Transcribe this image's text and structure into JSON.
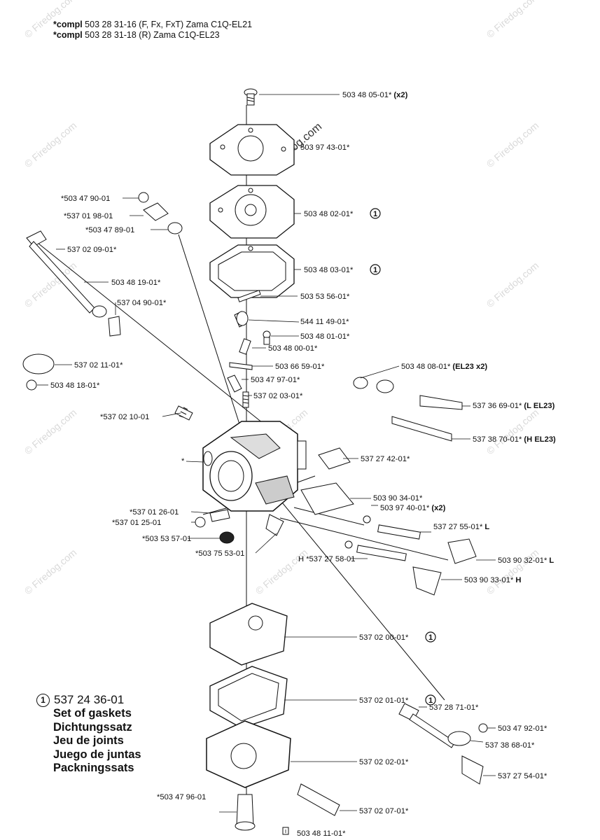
{
  "header": {
    "line1_prefix": "*compl",
    "line1_rest": " 503 28 31-16 (F, Fx, FxT) Zama C1Q-EL21",
    "line2_prefix": "*compl",
    "line2_rest": " 503 28 31-18 (R) Zama C1Q-EL23"
  },
  "watermark": {
    "text": "© Firedog.com",
    "center_text": "© Firedog.com"
  },
  "parts": [
    {
      "text": "503 48 05-01*",
      "suffix": " (x2)"
    },
    {
      "text": "503 97 43-01*",
      "suffix": ""
    },
    {
      "text": "503 48 02-01*",
      "suffix": "",
      "ref": "1"
    },
    {
      "text": "503 48 03-01*",
      "suffix": "",
      "ref": "1"
    },
    {
      "text": "503 53 56-01*",
      "suffix": ""
    },
    {
      "text": "544 11 49-01*",
      "suffix": ""
    },
    {
      "text": "503 48 01-01*",
      "suffix": ""
    },
    {
      "text": "503 48 00-01*",
      "suffix": ""
    },
    {
      "text": "503 66 59-01*",
      "suffix": ""
    },
    {
      "text": "503 47 97-01*",
      "suffix": ""
    },
    {
      "text": "537 02 03-01*",
      "suffix": ""
    },
    {
      "text": "503 48 08-01*",
      "suffix": " (EL23 x2)"
    },
    {
      "text": "537 36 69-01*",
      "suffix": " (L EL23)"
    },
    {
      "text": "537 38 70-01*",
      "suffix": " (H EL23)"
    },
    {
      "text": "537 27 42-01*",
      "suffix": ""
    },
    {
      "text": "503 90 34-01*",
      "suffix": ""
    },
    {
      "text": "503 97 40-01*",
      "suffix": " (x2)"
    },
    {
      "text": "537 27 55-01*",
      "suffix": " L"
    },
    {
      "text": "503 90 32-01*",
      "suffix": " L"
    },
    {
      "text": "503 90 33-01*",
      "suffix": " H"
    },
    {
      "text": "H *537 27 58-01",
      "suffix": ""
    },
    {
      "text": "*503 47 90-01",
      "suffix": ""
    },
    {
      "text": "*537 01 98-01",
      "suffix": ""
    },
    {
      "text": "*503 47 89-01",
      "suffix": ""
    },
    {
      "text": "537 02 09-01*",
      "suffix": ""
    },
    {
      "text": "503 48 19-01*",
      "suffix": ""
    },
    {
      "text": "537 04 90-01*",
      "suffix": ""
    },
    {
      "text": "537 02 11-01*",
      "suffix": ""
    },
    {
      "text": "503 48 18-01*",
      "suffix": ""
    },
    {
      "text": "*537 02 10-01",
      "suffix": ""
    },
    {
      "text": "*",
      "suffix": ""
    },
    {
      "text": "*537 01 26-01",
      "suffix": ""
    },
    {
      "text": "*537 01 25-01",
      "suffix": ""
    },
    {
      "text": "*503 53 57-01",
      "suffix": ""
    },
    {
      "text": "*503 75 53-01",
      "suffix": ""
    },
    {
      "text": "537 02 00-01*",
      "suffix": "",
      "ref": "1"
    },
    {
      "text": "537 02 01-01*",
      "suffix": "",
      "ref": "1"
    },
    {
      "text": "537 02 02-01*",
      "suffix": ""
    },
    {
      "text": "537 02 07-01*",
      "suffix": ""
    },
    {
      "text": "*503 47 96-01",
      "suffix": ""
    },
    {
      "text": "503 48 11-01*",
      "suffix": ""
    },
    {
      "text": "537 28 71-01*",
      "suffix": ""
    },
    {
      "text": "503 47 92-01*",
      "suffix": ""
    },
    {
      "text": "537 38 68-01*",
      "suffix": ""
    },
    {
      "text": "537 27 54-01*",
      "suffix": ""
    }
  ],
  "kit": {
    "ref": "1",
    "number": "537 24 36-01",
    "names": [
      "Set of gaskets",
      "Dichtungssatz",
      "Jeu de joints",
      "Juego de juntas",
      "Packningssats"
    ]
  }
}
